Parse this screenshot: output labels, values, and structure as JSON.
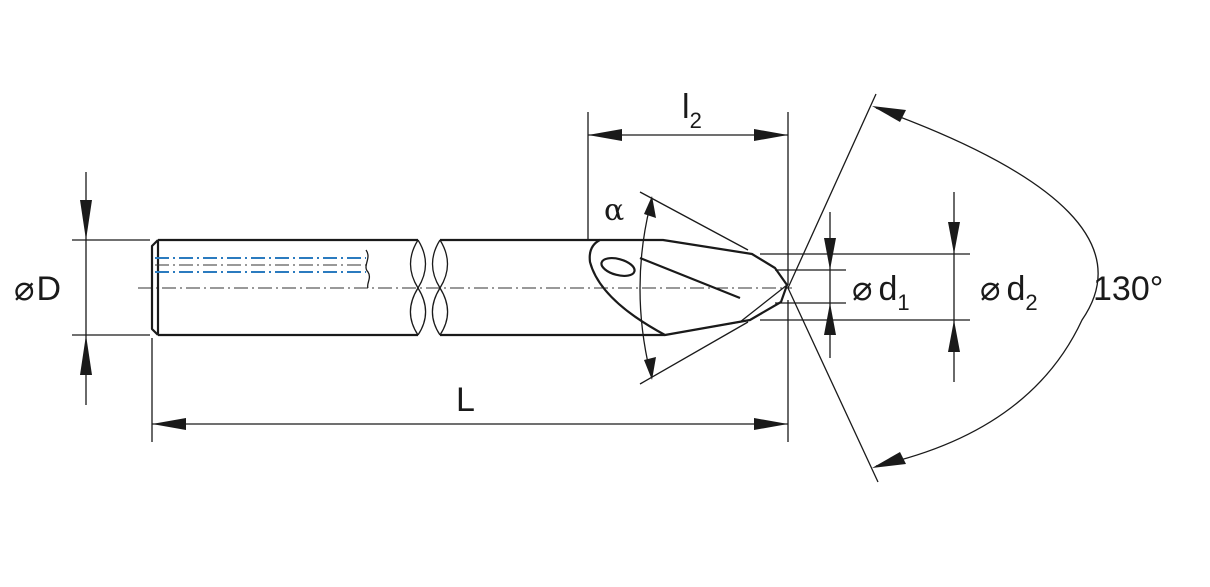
{
  "diagram": {
    "labels": {
      "shank_diameter": {
        "symbol": "⌀",
        "letter": "D"
      },
      "total_length": {
        "letter": "L"
      },
      "tip_length": {
        "letter": "l",
        "subscript": "2"
      },
      "tip_diameter_1": {
        "symbol": "⌀",
        "letter": "d",
        "subscript": "1"
      },
      "tip_diameter_2": {
        "symbol": "⌀",
        "letter": "d",
        "subscript": "2"
      },
      "point_angle": {
        "text": "130°"
      },
      "helix_angle": {
        "text": "α"
      }
    },
    "colors": {
      "line": "#1a1a1a",
      "coolant_channel": "#2b7bbf",
      "tip_light": "#ececec",
      "tip_dark": "#8c8c8c"
    }
  }
}
